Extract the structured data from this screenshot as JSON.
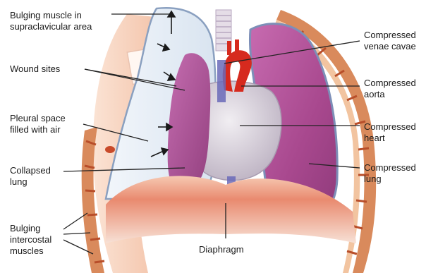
{
  "labels": {
    "bulging_muscle": [
      "Bulging muscle in",
      "supraclavicular area"
    ],
    "wound_sites": [
      "Wound sites"
    ],
    "pleural_space": [
      "Pleural space",
      "filled with air"
    ],
    "collapsed_lung": [
      "Collapsed",
      "lung"
    ],
    "bulging_intercostal": [
      "Bulging",
      "intercostal",
      "muscles"
    ],
    "compressed_venae_cavae": [
      "Compressed",
      "venae cavae"
    ],
    "compressed_aorta": [
      "Compressed",
      "aorta"
    ],
    "compressed_heart": [
      "Compressed",
      "heart"
    ],
    "compressed_lung": [
      "Compressed",
      "lung"
    ],
    "diaphragm": [
      "Diaphragm"
    ]
  },
  "colors": {
    "lung": "#b4509a",
    "heart": "#d9d3da",
    "aorta": "#d62a1e",
    "diaphragm": "#e8866c",
    "ribs": "#c85a2a",
    "air_space": "#e4ecf5",
    "leader": "#222222"
  }
}
